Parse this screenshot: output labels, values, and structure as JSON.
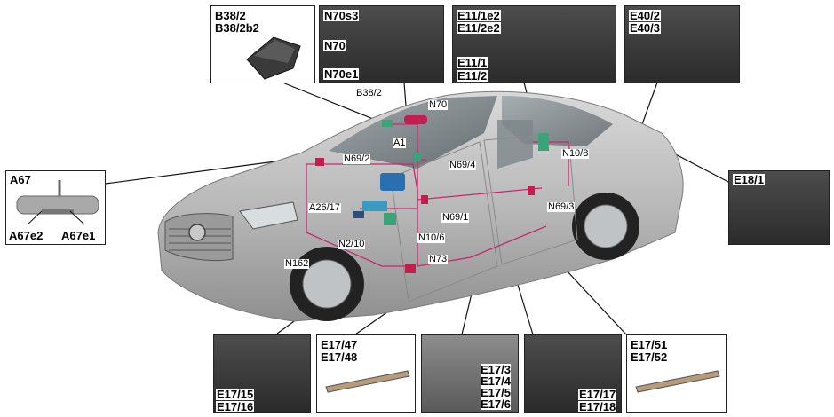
{
  "insets": {
    "b38": {
      "line1": "B38/2",
      "line2": "B38/2b2"
    },
    "n70": {
      "line1": "N70s3",
      "line2": "N70",
      "line3": "N70e1"
    },
    "e11": {
      "line1": "E11/1e2",
      "line2": "E11/2e2",
      "line3": "E11/1",
      "line4": "E11/2"
    },
    "e40": {
      "line1": "E40/2",
      "line2": "E40/3"
    },
    "a67": {
      "title": "A67",
      "left": "A67e2",
      "right": "A67e1"
    },
    "e18": {
      "title": "E18/1"
    },
    "e17_15": {
      "line1": "E17/15",
      "line2": "E17/16"
    },
    "e17_47": {
      "line1": "E17/47",
      "line2": "E17/48"
    },
    "e17_3": {
      "line1": "E17/3",
      "line2": "E17/4",
      "line3": "E17/5",
      "line4": "E17/6"
    },
    "e17_17": {
      "line1": "E17/17",
      "line2": "E17/18"
    },
    "e17_51": {
      "line1": "E17/51",
      "line2": "E17/52"
    }
  },
  "callouts": {
    "b38_2": "B38/2",
    "n70": "N70",
    "a1": "A1",
    "n69_2": "N69/2",
    "n69_4": "N69/4",
    "n10_8": "N10/8",
    "a26_17": "A26/17",
    "n69_1": "N69/1",
    "n69_3": "N69/3",
    "n2_10": "N2/10",
    "n10_6": "N10/6",
    "n73": "N73",
    "n162": "N162"
  },
  "colors": {
    "module_red": "#c21e4f",
    "module_green": "#3aa37a",
    "module_blue": "#2a6fb0",
    "wiring": "#c8286a",
    "car_body": "#bdbdbd"
  }
}
